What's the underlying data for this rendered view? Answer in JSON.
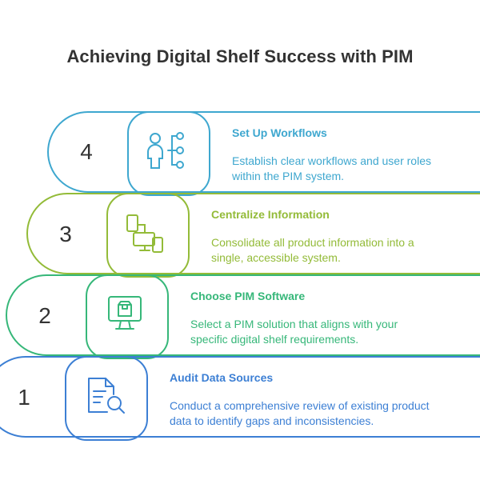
{
  "title": "Achieving Digital Shelf Success with PIM",
  "steps": [
    {
      "number": "4",
      "heading": "Set Up Workflows",
      "line1": "Establish clear workflows and user roles",
      "line2": "within the PIM system.",
      "color": "#3ea7cf",
      "icon": "workflow-user-icon"
    },
    {
      "number": "3",
      "heading": "Centralize Information",
      "line1": "Consolidate all product information into a",
      "line2": "single, accessible system.",
      "color": "#93bb38",
      "icon": "devices-icon"
    },
    {
      "number": "2",
      "heading": "Choose PIM Software",
      "line1": "Select a PIM solution that aligns with your",
      "line2": "specific digital shelf requirements.",
      "color": "#36b779",
      "icon": "monitor-box-icon"
    },
    {
      "number": "1",
      "heading": "Audit Data Sources",
      "line1": "Conduct a comprehensive review of existing product",
      "line2": "data to identify gaps and inconsistencies.",
      "color": "#3c7fd4",
      "icon": "document-search-icon"
    }
  ]
}
